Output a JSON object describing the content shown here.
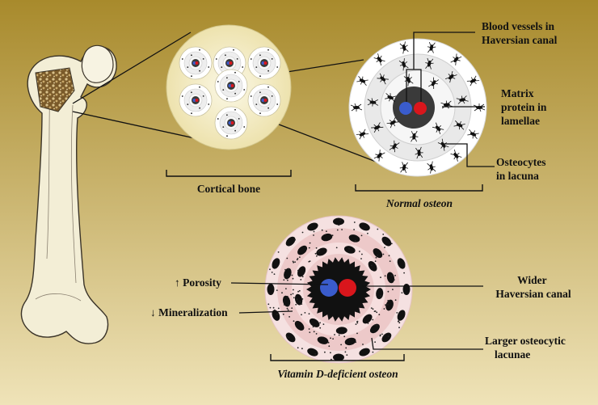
{
  "colors": {
    "background_top": "#a88a2c",
    "background_bottom": "#efe3b8",
    "bone_fill": "#f4efd8",
    "cortical_fill": "#f3ecc6",
    "haversian_dark": "#3a3a3a",
    "blood_red": "#d9161c",
    "blood_blue": "#3a5ccc",
    "deficient_pink": "#f0cfcf",
    "lacuna_black": "#111111"
  },
  "labels": {
    "blood_vessels": [
      "Blood vessels in",
      "Haversian canal"
    ],
    "matrix_protein": [
      "Matrix",
      "protein in",
      "lamellae"
    ],
    "osteocytes": [
      "Osteocytes",
      "in lacuna"
    ],
    "cortical_bone": "Cortical bone",
    "normal_osteon": "Normal osteon",
    "porosity": "↑ Porosity",
    "mineralization": "↓ Mineralization",
    "wider_canal": [
      "Wider",
      "Haversian canal"
    ],
    "larger_lacunae": [
      "Larger osteocytic",
      "lacunae"
    ],
    "deficient_osteon": "Vitamin D-deficient osteon"
  },
  "icons": [
    "femur-bone-icon",
    "spongy-bone-texture-icon",
    "blood-vessel-icon",
    "osteocyte-icon"
  ]
}
